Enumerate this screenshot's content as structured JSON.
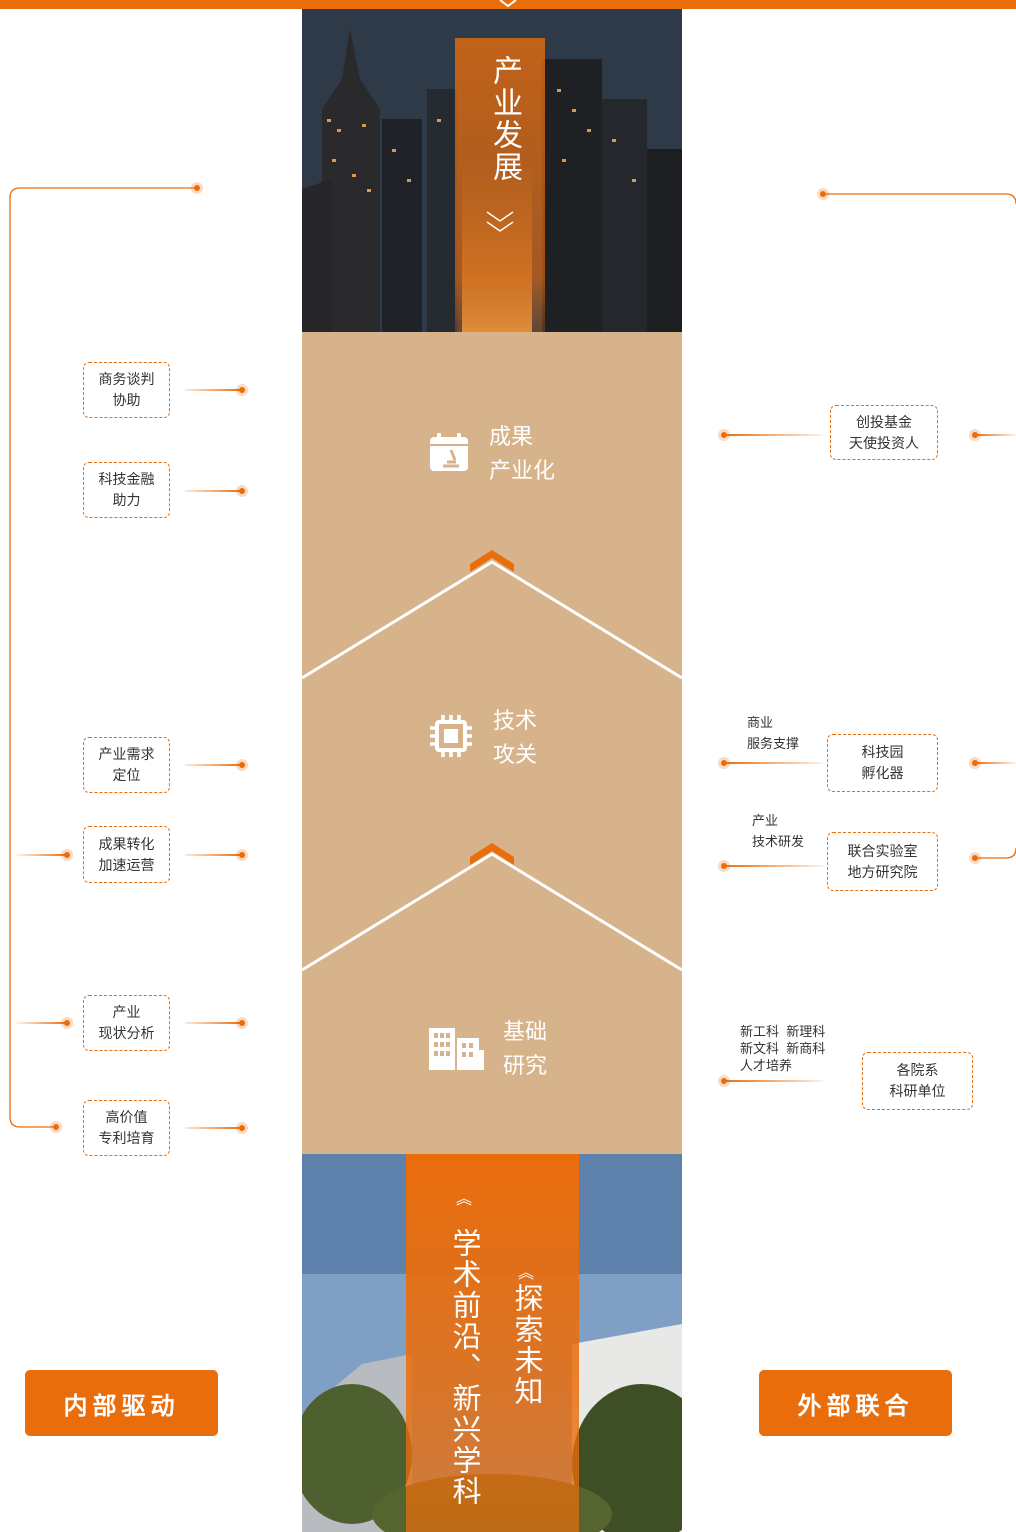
{
  "top": {
    "title": "产业发展"
  },
  "stages": [
    {
      "id": "commercialization",
      "title": "成果\n产业化",
      "icon": "calendar-microscope-icon"
    },
    {
      "id": "tech-breakthrough",
      "title": "技术\n攻关",
      "icon": "chip-icon"
    },
    {
      "id": "basic-research",
      "title": "基础\n研究",
      "icon": "buildings-icon"
    }
  ],
  "bottom": {
    "text_left": "学术前沿、新兴学科",
    "text_right": "探索未知"
  },
  "left": {
    "label": "内部驱动",
    "nodes": [
      "商务谈判\n协助",
      "科技金融\n助力",
      "产业需求\n定位",
      "成果转化\n加速运营",
      "产业\n现状分析",
      "高价值\n专利培育"
    ]
  },
  "right": {
    "label": "外部联合",
    "nodes": [
      "创投基金\n天使投资人",
      "科技园\n孵化器",
      "联合实验室\n地方研究院",
      "各院系\n科研单位"
    ],
    "notes": [
      "商业\n服务支撑",
      "产业\n技术研发",
      "新工科  新理科\n新文科  新商科\n人才培养"
    ]
  },
  "colors": {
    "accent": "#ea6d0c",
    "tan": "#d7b38c",
    "white": "#ffffff"
  }
}
